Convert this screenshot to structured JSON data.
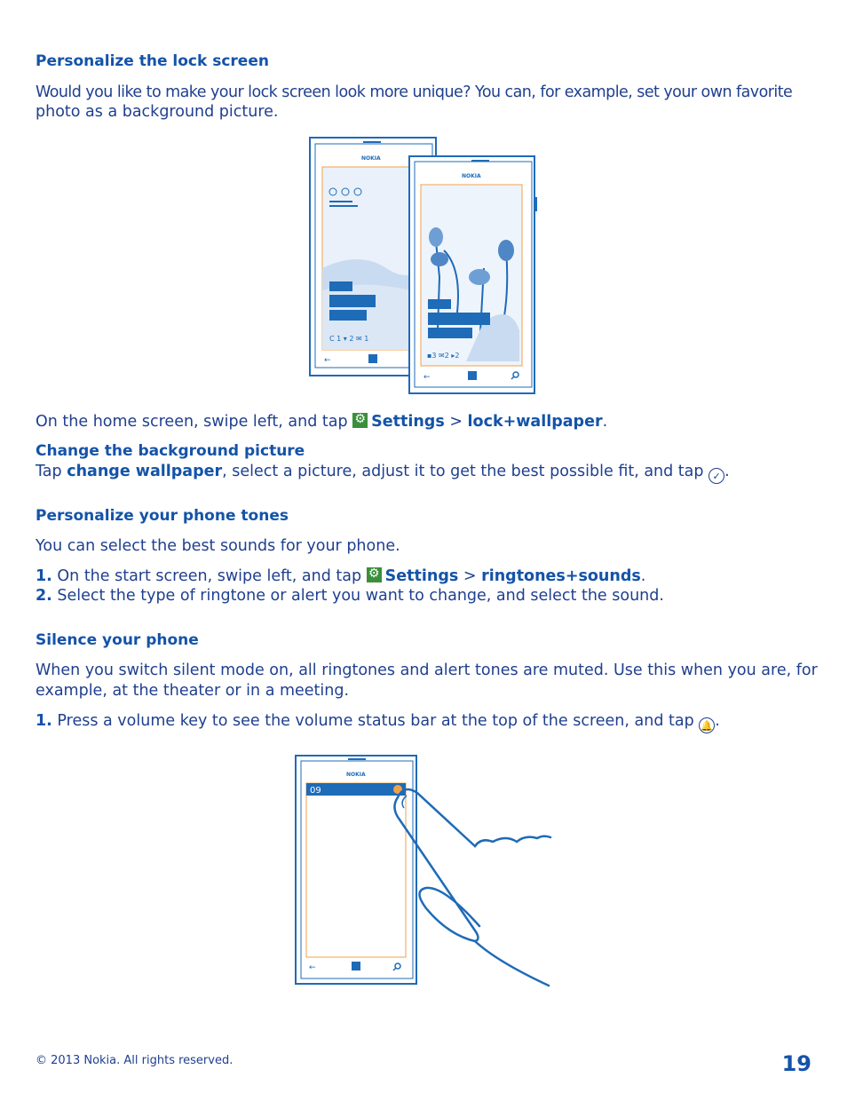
{
  "section1": {
    "heading": "Personalize the lock screen",
    "intro_line1": "Would you like to make your lock screen look more unique? You can, for example, set your own favorite",
    "intro_line2": "photo as a background picture.",
    "instr_pre": "On the home screen, swipe left, and tap ",
    "instr_settings": "Settings",
    "instr_sep": " > ",
    "instr_target": "lock+wallpaper",
    "instr_end": ".",
    "phone_brand": "NOKIA"
  },
  "section2": {
    "heading": "Change the background picture",
    "text_pre": "Tap ",
    "text_bold": "change wallpaper",
    "text_post": ", select a picture, adjust it to get the best possible fit, and tap ",
    "text_end": "."
  },
  "section3": {
    "heading": "Personalize your phone tones",
    "intro": "You can select the best sounds for your phone.",
    "step1_num": "1.",
    "step1_pre": " On the start screen, swipe left, and tap ",
    "step1_settings": "Settings",
    "step1_sep": " > ",
    "step1_target": "ringtones+sounds",
    "step1_end": ".",
    "step2_num": "2.",
    "step2_text": " Select the type of ringtone or alert you want to change, and select the sound."
  },
  "section4": {
    "heading": "Silence your phone",
    "intro_line1": "When you switch silent mode on, all ringtones and alert tones are muted. Use this when you are, for",
    "intro_line2": "example, at the theater or in a meeting.",
    "step1_num": "1.",
    "step1_text": " Press a volume key to see the volume status bar at the top of the screen, and tap ",
    "step1_end": ".",
    "phone_brand": "NOKIA",
    "volume_label": "09"
  },
  "footer": {
    "copyright": "© 2013 Nokia. All rights reserved.",
    "page_number": "19"
  },
  "colors": {
    "heading": "#1453a8",
    "body": "#1f3f8f",
    "illustration": "#1e6bb8",
    "accent": "#f0a24a"
  }
}
